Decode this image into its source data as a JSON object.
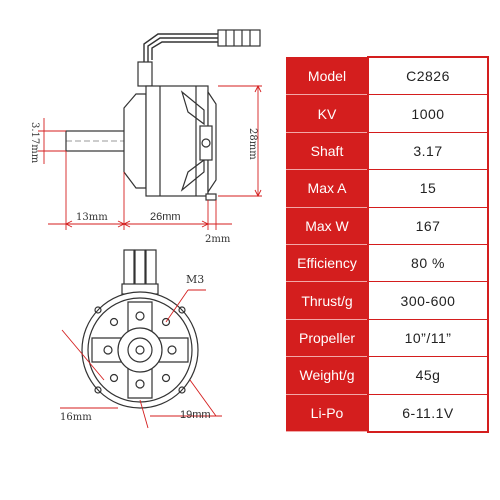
{
  "dimensions": {
    "shaft_diameter": "3.17mm",
    "height": "28mm",
    "shaft_length": "13mm",
    "body_length": "26mm",
    "flange": "2mm",
    "screw": "M3",
    "mount_spacing_a": "16mm",
    "mount_spacing_b": "19mm"
  },
  "specs": [
    {
      "label": "Model",
      "value": "C2826"
    },
    {
      "label": "KV",
      "value": "1000"
    },
    {
      "label": "Shaft",
      "value": "3.17"
    },
    {
      "label": "Max A",
      "value": "15"
    },
    {
      "label": "Max W",
      "value": "167"
    },
    {
      "label": "Efficiency",
      "value": "80 %"
    },
    {
      "label": "Thrust/g",
      "value": "300-600"
    },
    {
      "label": "Propeller",
      "value": "10”/11”"
    },
    {
      "label": "Weight/g",
      "value": "45g"
    },
    {
      "label": "Li-Po",
      "value": "6-11.1V"
    }
  ],
  "colors": {
    "accent": "#d41e1e",
    "dimension_line": "#d41e1e"
  }
}
